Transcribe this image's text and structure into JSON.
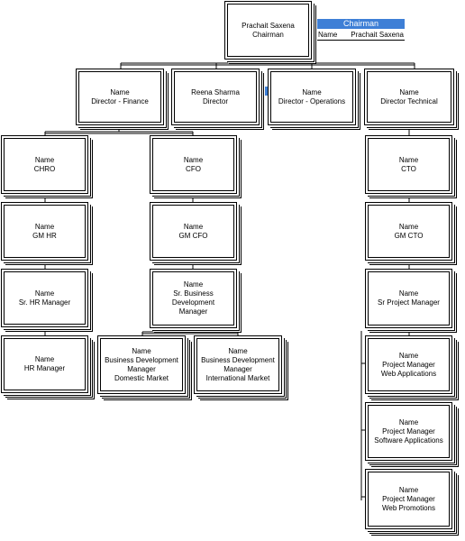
{
  "chart": {
    "chairman": {
      "line1": "Prachait Saxena",
      "line2": "Chairman"
    },
    "directors": [
      {
        "line1": "Name",
        "line2": "Director - Finance"
      },
      {
        "line1": "Reena Sharma",
        "line2": "Director"
      },
      {
        "line1": "Name",
        "line2": "Director - Operations"
      },
      {
        "line1": "Name",
        "line2": "Director Technical"
      }
    ],
    "hr_chain": [
      {
        "line1": "Name",
        "line2": "CHRO"
      },
      {
        "line1": "Name",
        "line2": "GM HR"
      },
      {
        "line1": "Name",
        "line2": "Sr. HR Manager"
      },
      {
        "line1": "Name",
        "line2": "HR Manager"
      }
    ],
    "finance_chain": [
      {
        "line1": "Name",
        "line2": "CFO"
      },
      {
        "line1": "Name",
        "line2": "GM CFO"
      },
      {
        "line1": "Name",
        "line2": "Sr. Business Development",
        "line3": "Manager"
      }
    ],
    "bdm": [
      {
        "line1": "Name",
        "line2": "Business Development",
        "line3": "Manager",
        "line4": "Domestic Market"
      },
      {
        "line1": "Name",
        "line2": "Business Development",
        "line3": "Manager",
        "line4": "International Market"
      }
    ],
    "tech_chain": [
      {
        "line1": "Name",
        "line2": "CTO"
      },
      {
        "line1": "Name",
        "line2": "GM CTO"
      },
      {
        "line1": "Name",
        "line2": "Sr Project Manager"
      }
    ],
    "project_managers": [
      {
        "line1": "Name",
        "line2": "Project Manager",
        "line3": "Web Applications"
      },
      {
        "line1": "Name",
        "line2": "Project Manager",
        "line3": "Software Applications"
      },
      {
        "line1": "Name",
        "line2": "Project Manager",
        "line3": "Web Promotions"
      }
    ]
  },
  "legend": {
    "title": "Chairman",
    "field_label": "Name",
    "field_value": "Prachait Saxena"
  }
}
